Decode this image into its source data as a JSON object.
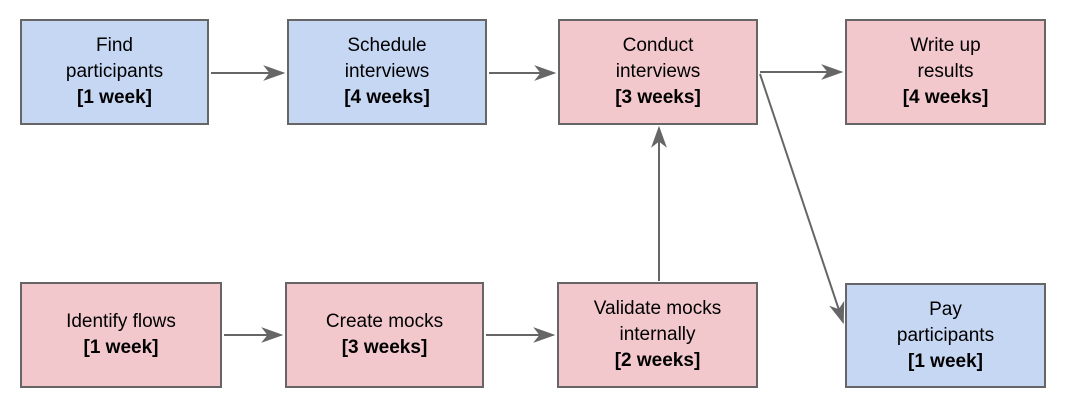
{
  "diagram": {
    "type": "flowchart",
    "background": "#ffffff"
  },
  "colors": {
    "blue_fill": "#c6d7f4",
    "pink_fill": "#f2c8cc",
    "box_border": "#666666",
    "arrow": "#666666",
    "text": "#000000"
  },
  "nodes": [
    {
      "id": "find-participants",
      "label": "Find\nparticipants",
      "duration": "[1 week]",
      "fill": "blue"
    },
    {
      "id": "schedule-interviews",
      "label": "Schedule\ninterviews",
      "duration": "[4 weeks]",
      "fill": "blue"
    },
    {
      "id": "conduct-interviews",
      "label": "Conduct\ninterviews",
      "duration": "[3 weeks]",
      "fill": "pink"
    },
    {
      "id": "write-up-results",
      "label": "Write up\nresults",
      "duration": "[4 weeks]",
      "fill": "pink"
    },
    {
      "id": "identify-flows",
      "label": "Identify flows",
      "duration": "[1 week]",
      "fill": "pink"
    },
    {
      "id": "create-mocks",
      "label": "Create mocks",
      "duration": "[3 weeks]",
      "fill": "pink"
    },
    {
      "id": "validate-mocks-internally",
      "label": "Validate mocks\ninternally",
      "duration": "[2 weeks]",
      "fill": "pink"
    },
    {
      "id": "pay-participants",
      "label": "Pay\nparticipants",
      "duration": "[1 week]",
      "fill": "blue"
    }
  ],
  "edges": [
    {
      "from": "find-participants",
      "to": "schedule-interviews"
    },
    {
      "from": "schedule-interviews",
      "to": "conduct-interviews"
    },
    {
      "from": "conduct-interviews",
      "to": "write-up-results"
    },
    {
      "from": "conduct-interviews",
      "to": "pay-participants"
    },
    {
      "from": "identify-flows",
      "to": "create-mocks"
    },
    {
      "from": "create-mocks",
      "to": "validate-mocks-internally"
    },
    {
      "from": "validate-mocks-internally",
      "to": "conduct-interviews"
    }
  ]
}
